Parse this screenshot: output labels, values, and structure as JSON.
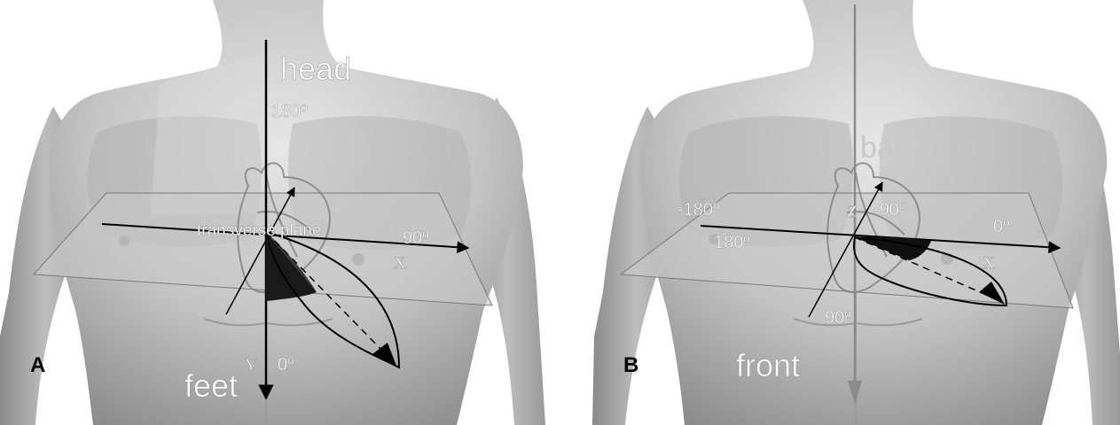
{
  "panels": [
    {
      "id": "A",
      "panel_label": "A",
      "labels": {
        "head": "head",
        "feet": "feet",
        "angle_180": "180º",
        "angle_90": "90º",
        "angle_0": "0º",
        "plane": "transverse plane",
        "axis_x": "X",
        "axis_y": "Y"
      }
    },
    {
      "id": "B",
      "panel_label": "B",
      "labels": {
        "back": "back",
        "front": "front",
        "angle_neg180": "-180º",
        "angle_180": "180º",
        "angle_neg90": "-90º",
        "angle_0": "0º",
        "angle_90": "90º",
        "axis_x": "X",
        "axis_z": "Z"
      }
    }
  ],
  "colors": {
    "background": "#ffffff",
    "skin_light": "#dcdcdc",
    "skin_mid": "#b4b4b4",
    "skin_dark": "#808080",
    "plane_fill": "#c8c8c8",
    "axis": "#000000",
    "faded_axis": "#8a8a8a"
  },
  "icons": [
    "heart-outline-icon"
  ]
}
